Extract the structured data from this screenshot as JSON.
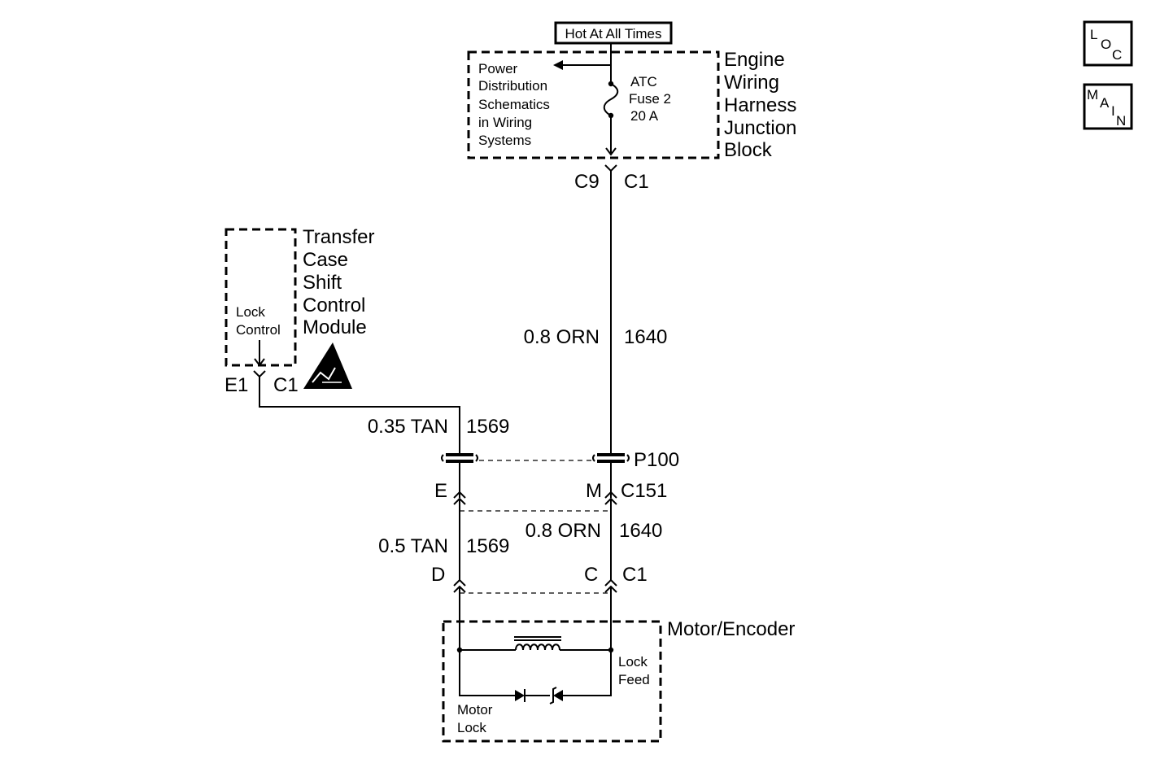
{
  "power_source": {
    "label": "Hot At All Times"
  },
  "junction_block": {
    "name": [
      "Engine",
      "Wiring",
      "Harness",
      "Junction",
      "Block"
    ],
    "power_ref": [
      "Power",
      "Distribution",
      "Schematics",
      "in Wiring",
      "Systems"
    ],
    "fuse": [
      "ATC",
      "Fuse 2",
      "20 A"
    ],
    "connector_pin": "C9",
    "connector": "C1"
  },
  "wire_orn_upper": {
    "gauge_color": "0.8 ORN",
    "circuit": "1640"
  },
  "module": {
    "name": [
      "Transfer",
      "Case",
      "Shift",
      "Control",
      "Module"
    ],
    "signal": [
      "Lock",
      "Control"
    ],
    "connector_pin": "E1",
    "connector": "C1",
    "esd_icon": "esd-warning-icon"
  },
  "wire_tan_upper": {
    "gauge_color": "0.35 TAN",
    "circuit": "1569"
  },
  "passthrough": {
    "name": "P100"
  },
  "connector_c151": {
    "pin_left": "E",
    "pin_right": "M",
    "name": "C151"
  },
  "wire_tan_lower": {
    "gauge_color": "0.5 TAN",
    "circuit": "1569"
  },
  "wire_orn_lower": {
    "gauge_color": "0.8 ORN",
    "circuit": "1640"
  },
  "motor_connector": {
    "pin_left": "D",
    "pin_right": "C",
    "name": "C1"
  },
  "motor": {
    "name": "Motor/Encoder",
    "feed": [
      "Lock",
      "Feed"
    ],
    "lock": [
      "Motor",
      "Lock"
    ]
  },
  "nav": {
    "loc": [
      "L",
      "O",
      "C"
    ],
    "main": [
      "M",
      "A",
      "I",
      "N"
    ]
  }
}
